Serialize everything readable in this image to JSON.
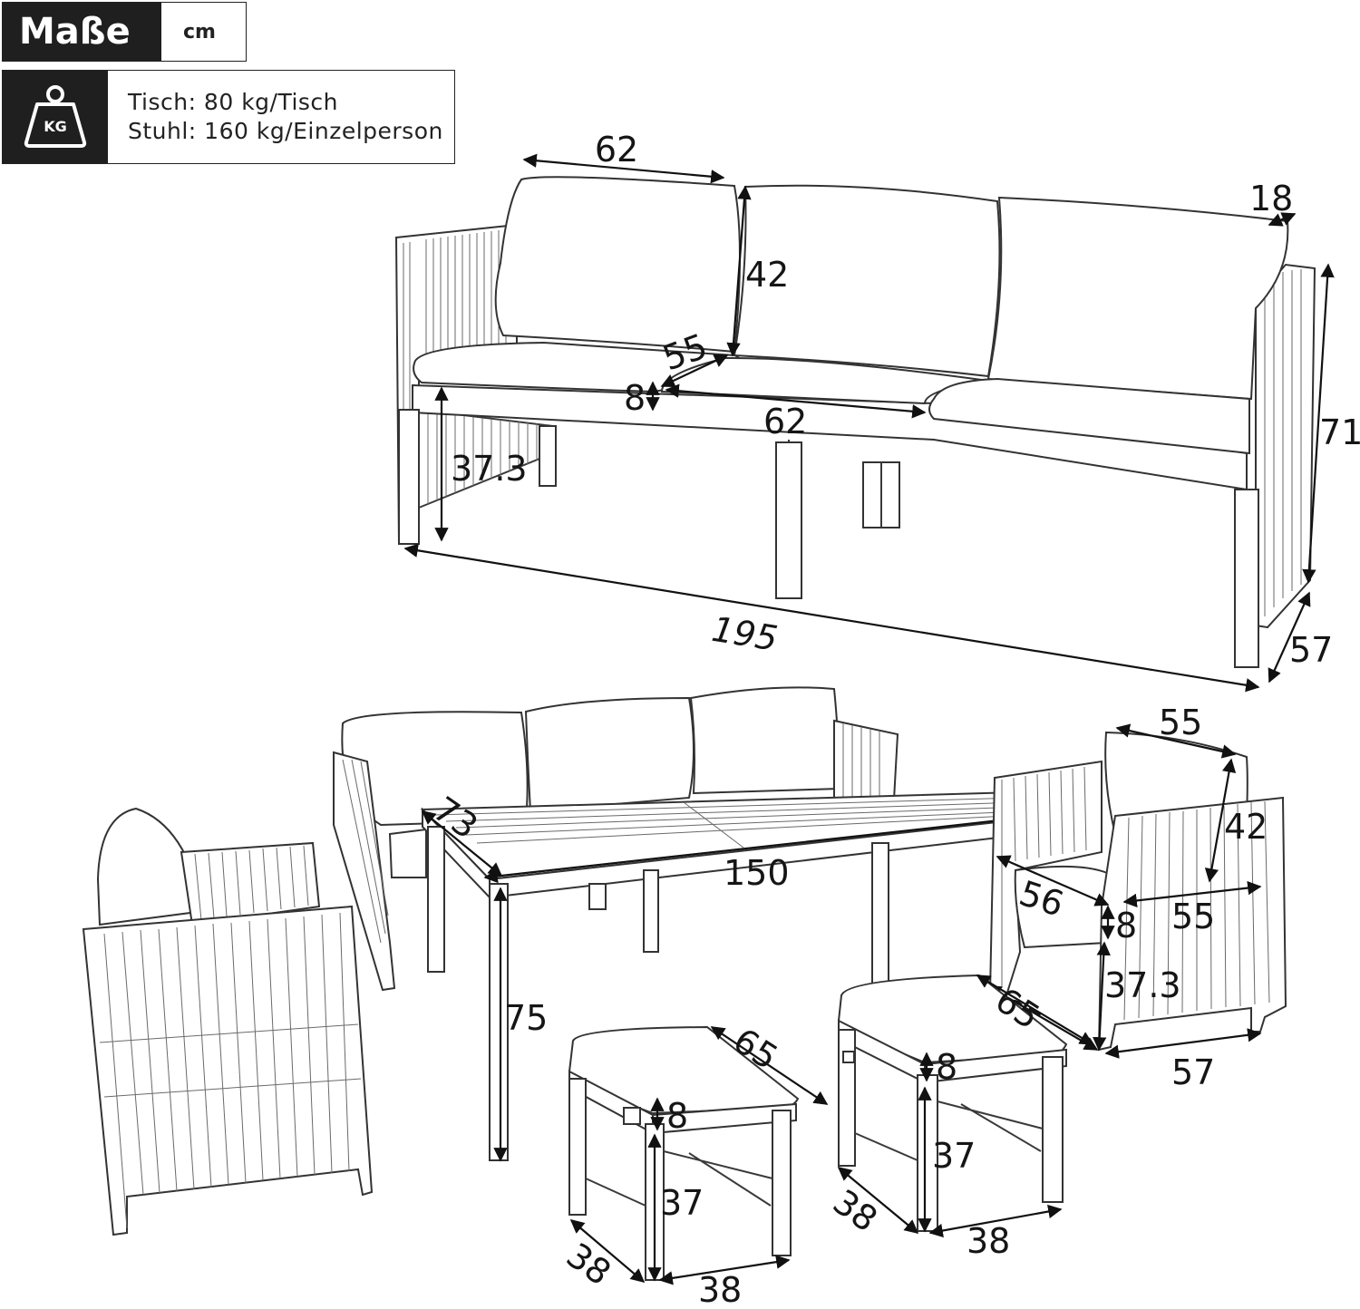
{
  "header": {
    "unit_label": "Maße",
    "unit_value": "cm",
    "load_icon": "kg-weight-icon",
    "load_icon_text": "KG",
    "load_lines": [
      "Tisch: 80 kg/Tisch",
      "Stuhl: 160 kg/Einzelperson"
    ]
  },
  "sofa": {
    "dims": {
      "back_width": "62",
      "back_height": "42",
      "armrest": "18",
      "seat_depth": "55",
      "seat_thickness": "8",
      "seat_width": "62",
      "seat_height": "37.3",
      "total_height": "71",
      "total_width": "195",
      "total_depth": "57"
    }
  },
  "table": {
    "dims": {
      "depth": "73",
      "length": "150",
      "height": "75"
    }
  },
  "armchair": {
    "dims": {
      "back_width": "55",
      "back_height": "42",
      "seat_depth": "56",
      "seat_thickness": "8",
      "seat_width": "55",
      "seat_height": "37.3",
      "total_depth": "65",
      "total_width": "57"
    }
  },
  "stool_left": {
    "dims": {
      "diagonal": "65",
      "cushion": "8",
      "height": "37",
      "depth": "38",
      "width": "38"
    }
  },
  "stool_right": {
    "dims": {
      "cushion": "8",
      "height": "37",
      "depth": "38",
      "width": "38"
    }
  }
}
